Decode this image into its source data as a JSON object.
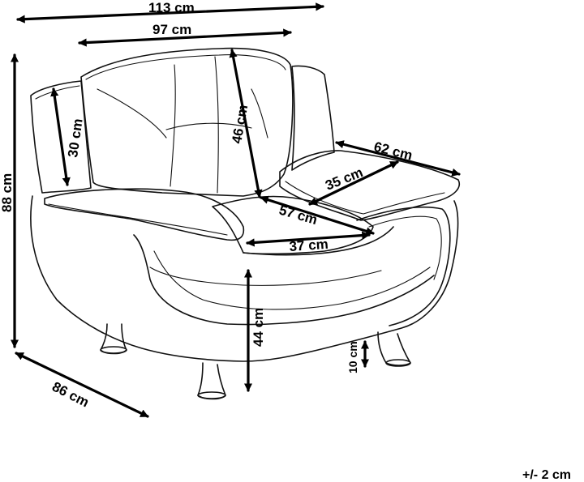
{
  "dimensions": {
    "total_width": "113 cm",
    "inner_width": "97 cm",
    "total_height": "88 cm",
    "armrest_height": "30 cm",
    "backrest_height": "46 cm",
    "arm_length": "62 cm",
    "arm_width": "35 cm",
    "seat_depth": "57 cm",
    "front_width": "37 cm",
    "seat_height": "44 cm",
    "leg_height": "10 cm",
    "depth": "86 cm"
  },
  "tolerance": "+/- 2 cm"
}
